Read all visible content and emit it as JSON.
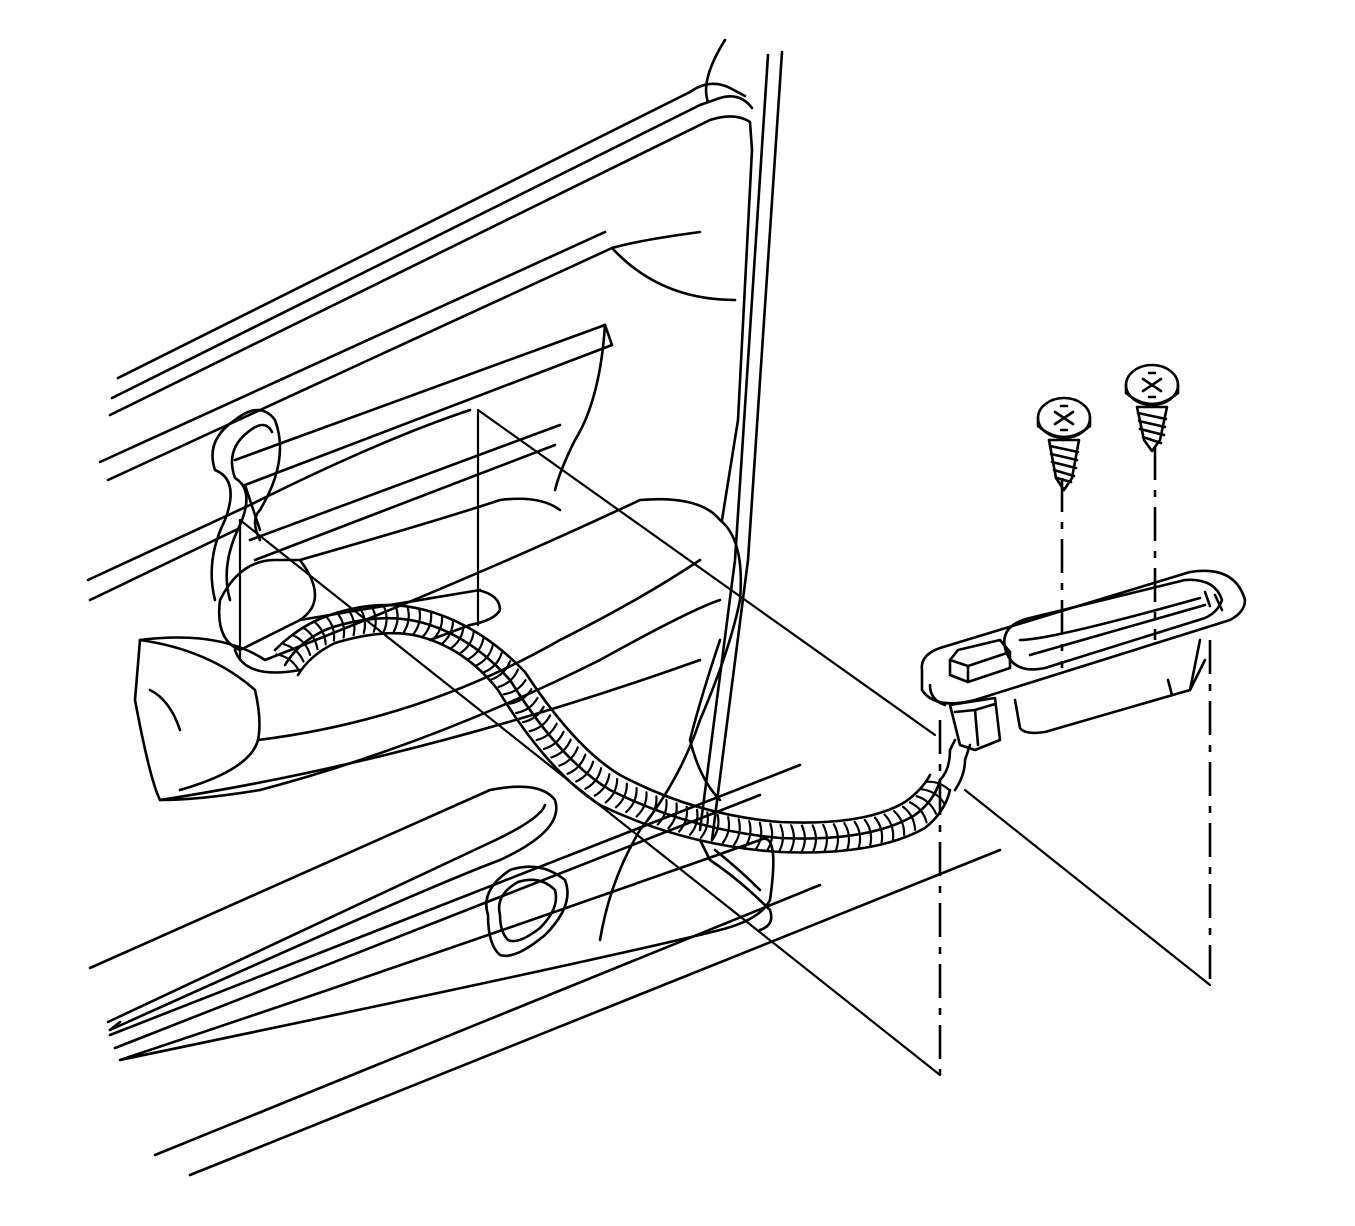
{
  "diagram": {
    "kind": "exploded-installation-view",
    "components": [
      "door-panel",
      "pull-cup-armrest",
      "wiring-harness",
      "switch-bezel",
      "mounting-screw",
      "mounting-screw"
    ],
    "colors": {
      "line": "#000000",
      "background": "#ffffff"
    }
  }
}
